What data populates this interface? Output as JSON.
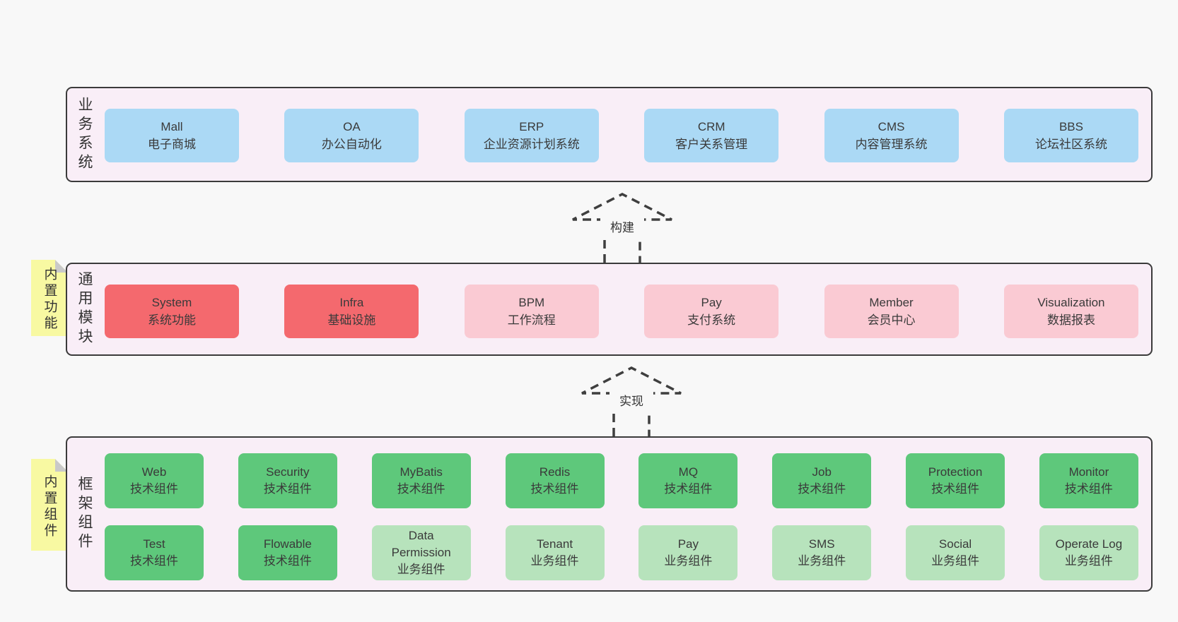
{
  "colors": {
    "page_bg": "#f8f8f8",
    "band_bg": "#f9eef7",
    "band_border": "#3b3b3b",
    "blue_box": "#abd9f5",
    "red_box": "#f4696e",
    "pink_box": "#facad3",
    "green_dark_box": "#5ec87b",
    "green_light_box": "#b7e3bc",
    "sticky_yellow": "#f8f9a2",
    "sticky_fold_gray": "#c9c9c9",
    "text": "#3a3a3a"
  },
  "bands": [
    {
      "label": "业务系统",
      "boxes": [
        {
          "en": "Mall",
          "zh": "电子商城"
        },
        {
          "en": "OA",
          "zh": "办公自动化"
        },
        {
          "en": "ERP",
          "zh": "企业资源计划系统"
        },
        {
          "en": "CRM",
          "zh": "客户关系管理"
        },
        {
          "en": "CMS",
          "zh": "内容管理系统"
        },
        {
          "en": "BBS",
          "zh": "论坛社区系统"
        }
      ]
    },
    {
      "label": "通用模块",
      "sticky": "内置功能",
      "boxes": [
        {
          "en": "System",
          "zh": "系统功能"
        },
        {
          "en": "Infra",
          "zh": "基础设施"
        },
        {
          "en": "BPM",
          "zh": "工作流程"
        },
        {
          "en": "Pay",
          "zh": "支付系统"
        },
        {
          "en": "Member",
          "zh": "会员中心"
        },
        {
          "en": "Visualization",
          "zh": "数据报表"
        }
      ]
    },
    {
      "label": "框架组件",
      "sticky": "内置组件",
      "row1": [
        {
          "en": "Web",
          "zh": "技术组件"
        },
        {
          "en": "Security",
          "zh": "技术组件"
        },
        {
          "en": "MyBatis",
          "zh": "技术组件"
        },
        {
          "en": "Redis",
          "zh": "技术组件"
        },
        {
          "en": "MQ",
          "zh": "技术组件"
        },
        {
          "en": "Job",
          "zh": "技术组件"
        },
        {
          "en": "Protection",
          "zh": "技术组件"
        },
        {
          "en": "Monitor",
          "zh": "技术组件"
        }
      ],
      "row2": [
        {
          "en": "Test",
          "zh": "技术组件"
        },
        {
          "en": "Flowable",
          "zh": "技术组件"
        },
        {
          "en": "Data Permission",
          "zh": "业务组件"
        },
        {
          "en": "Tenant",
          "zh": "业务组件"
        },
        {
          "en": "Pay",
          "zh": "业务组件"
        },
        {
          "en": "SMS",
          "zh": "业务组件"
        },
        {
          "en": "Social",
          "zh": "业务组件"
        },
        {
          "en": "Operate Log",
          "zh": "业务组件"
        }
      ]
    }
  ],
  "arrows": [
    {
      "label": "构建"
    },
    {
      "label": "实现"
    }
  ]
}
